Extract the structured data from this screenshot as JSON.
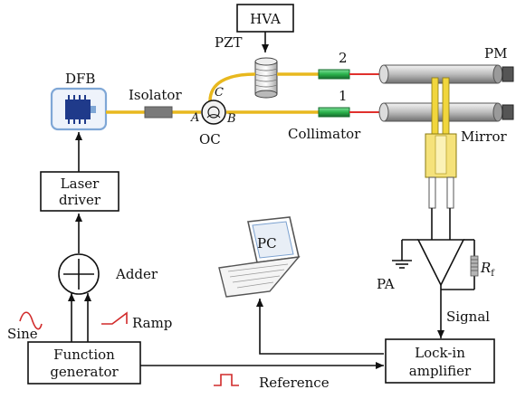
{
  "labels": {
    "hva": "HVA",
    "pzt": "PZT",
    "pm": "PM",
    "dfb": "DFB",
    "isolator": "Isolator",
    "port_c": "C",
    "port_a": "A",
    "port_b": "B",
    "oc": "OC",
    "arm_2": "2",
    "arm_1": "1",
    "collimator": "Collimator",
    "mirror": "Mirror",
    "laser_driver_line1": "Laser",
    "laser_driver_line2": "driver",
    "adder": "Adder",
    "pc": "PC",
    "pa": "PA",
    "rf_main": "R",
    "rf_sub": "f",
    "sine": "Sine",
    "ramp": "Ramp",
    "signal": "Signal",
    "function_gen_line1": "Function",
    "function_gen_line2": "generator",
    "lockin_line1": "Lock-in",
    "lockin_line2": "amplifier",
    "reference": "Reference"
  },
  "colors": {
    "fiber": "#e8b81e",
    "beam": "#e0302c",
    "collimator": "#2bb24c",
    "block": "#111111",
    "dfb_frame": "#7fa7d6",
    "chip": "#1f3a8a",
    "chassis": "#cfcfcf"
  }
}
